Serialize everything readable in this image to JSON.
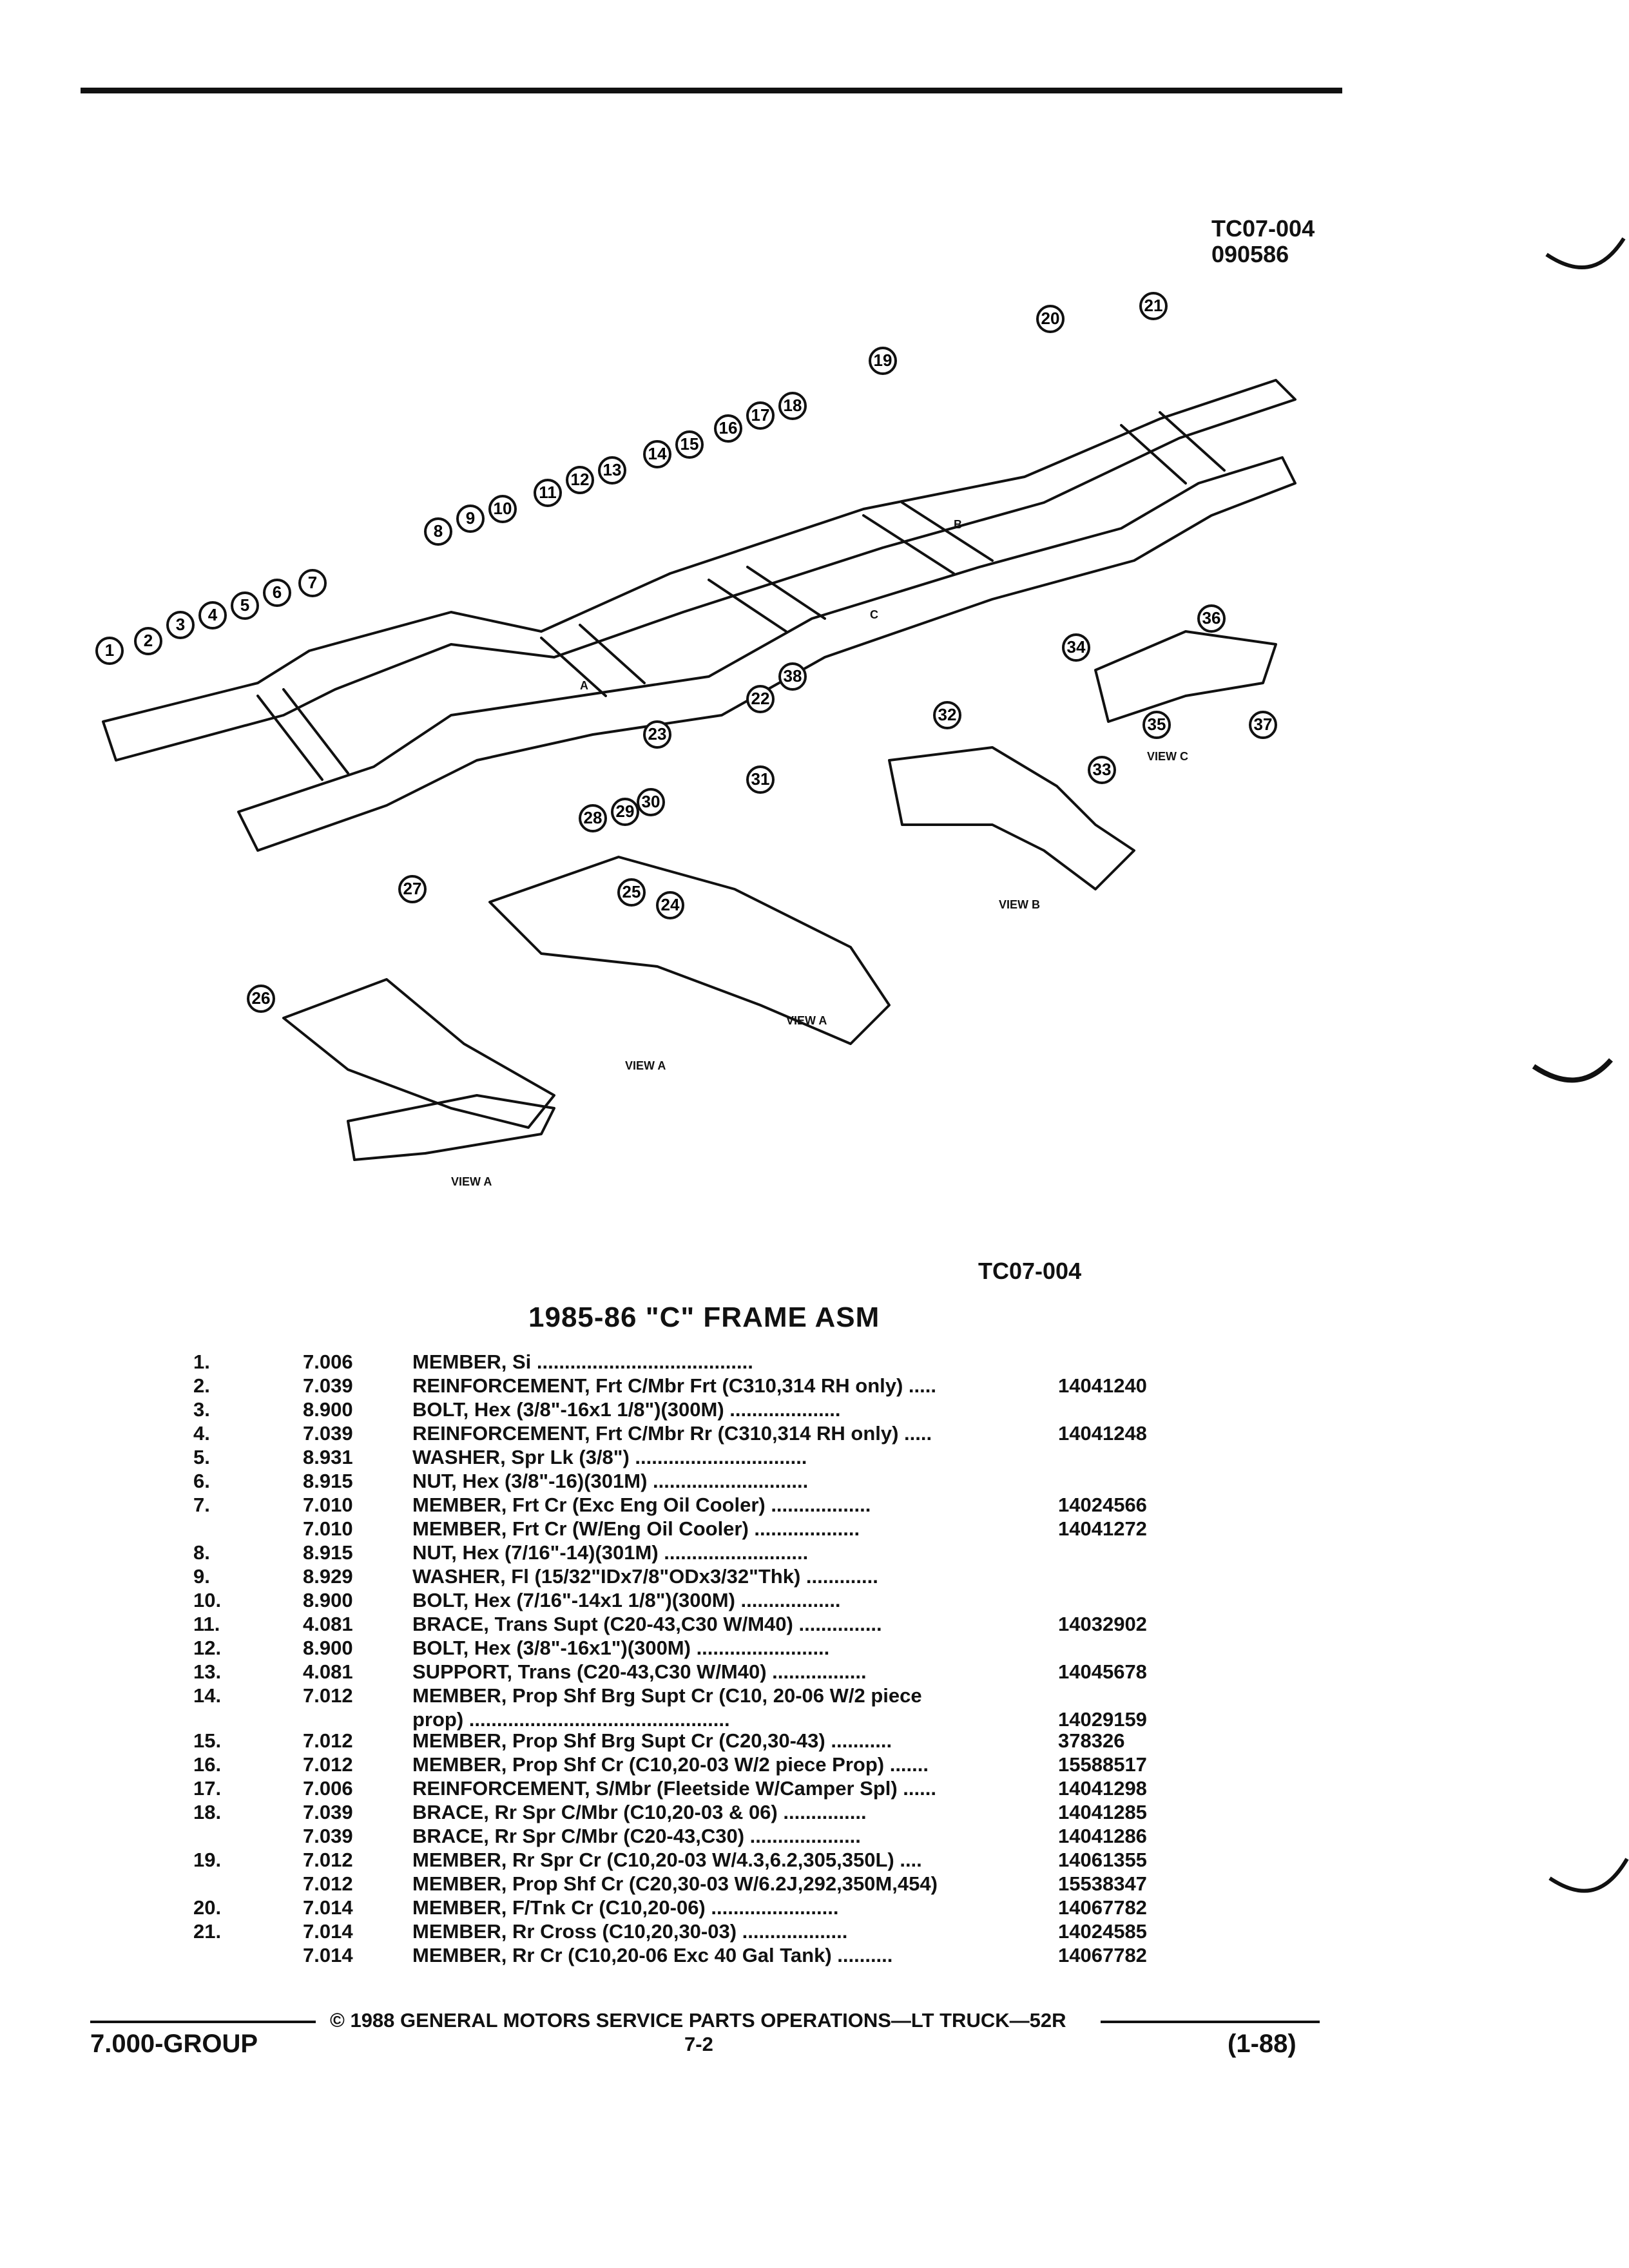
{
  "header": {
    "code_line1": "TC07-004",
    "code_line2": "090586"
  },
  "diagram": {
    "view_label": "VIEW",
    "views": [
      "C",
      "B",
      "A",
      "A",
      "A"
    ],
    "side_labels": [
      "A",
      "B",
      "C"
    ],
    "callouts": [
      "1",
      "2",
      "3",
      "4",
      "5",
      "6",
      "7",
      "8",
      "9",
      "10",
      "11",
      "12",
      "13",
      "14",
      "15",
      "16",
      "17",
      "18",
      "19",
      "20",
      "21",
      "22",
      "23",
      "24",
      "25",
      "26",
      "27",
      "28",
      "29",
      "30",
      "31",
      "32",
      "33",
      "34",
      "35",
      "36",
      "37",
      "38"
    ]
  },
  "mid_code": "TC07-004",
  "title": "1985-86 \"C\" FRAME ASM",
  "parts": [
    {
      "item": "1.",
      "group": "7.006",
      "desc": "MEMBER, Si .......................................",
      "part": ""
    },
    {
      "item": "2.",
      "group": "7.039",
      "desc": "REINFORCEMENT, Frt C/Mbr Frt (C310,314 RH only) .....",
      "part": "14041240"
    },
    {
      "item": "3.",
      "group": "8.900",
      "desc": "BOLT, Hex (3/8\"-16x1 1/8\")(300M) ....................",
      "part": ""
    },
    {
      "item": "4.",
      "group": "7.039",
      "desc": "REINFORCEMENT, Frt C/Mbr Rr (C310,314 RH only) .....",
      "part": "14041248"
    },
    {
      "item": "5.",
      "group": "8.931",
      "desc": "WASHER, Spr Lk (3/8\") ...............................",
      "part": ""
    },
    {
      "item": "6.",
      "group": "8.915",
      "desc": "NUT, Hex (3/8\"-16)(301M) ............................",
      "part": ""
    },
    {
      "item": "7.",
      "group": "7.010",
      "desc": "MEMBER, Frt Cr (Exc Eng Oil Cooler) ..................",
      "part": "14024566"
    },
    {
      "item": "",
      "group": "7.010",
      "desc": "MEMBER, Frt Cr (W/Eng Oil Cooler) ...................",
      "part": "14041272"
    },
    {
      "item": "8.",
      "group": "8.915",
      "desc": "NUT, Hex (7/16\"-14)(301M) ..........................",
      "part": ""
    },
    {
      "item": "9.",
      "group": "8.929",
      "desc": "WASHER, Fl (15/32\"IDx7/8\"ODx3/32\"Thk) .............",
      "part": ""
    },
    {
      "item": "10.",
      "group": "8.900",
      "desc": "BOLT, Hex (7/16\"-14x1 1/8\")(300M) ..................",
      "part": ""
    },
    {
      "item": "11.",
      "group": "4.081",
      "desc": "BRACE, Trans Supt (C20-43,C30 W/M40) ...............",
      "part": "14032902"
    },
    {
      "item": "12.",
      "group": "8.900",
      "desc": "BOLT, Hex (3/8\"-16x1\")(300M) ........................",
      "part": ""
    },
    {
      "item": "13.",
      "group": "4.081",
      "desc": "SUPPORT, Trans (C20-43,C30 W/M40) .................",
      "part": "14045678"
    },
    {
      "item": "14.",
      "group": "7.012",
      "desc": "MEMBER, Prop Shf Brg Supt Cr (C10, 20-06 W/2 piece\nprop) ...............................................",
      "part": "\n14029159"
    },
    {
      "item": "15.",
      "group": "7.012",
      "desc": "MEMBER, Prop Shf Brg Supt Cr (C20,30-43) ...........",
      "part": "378326"
    },
    {
      "item": "16.",
      "group": "7.012",
      "desc": "MEMBER, Prop Shf Cr (C10,20-03 W/2 piece Prop) .......",
      "part": "15588517"
    },
    {
      "item": "17.",
      "group": "7.006",
      "desc": "REINFORCEMENT, S/Mbr (Fleetside W/Camper Spl) ......",
      "part": "14041298"
    },
    {
      "item": "18.",
      "group": "7.039",
      "desc": "BRACE, Rr Spr C/Mbr (C10,20-03 & 06) ...............",
      "part": "14041285"
    },
    {
      "item": "",
      "group": "7.039",
      "desc": "BRACE, Rr Spr C/Mbr (C20-43,C30) ....................",
      "part": "14041286"
    },
    {
      "item": "19.",
      "group": "7.012",
      "desc": "MEMBER, Rr Spr Cr (C10,20-03 W/4.3,6.2,305,350L) ....",
      "part": "14061355"
    },
    {
      "item": "",
      "group": "7.012",
      "desc": "MEMBER, Prop Shf Cr (C20,30-03 W/6.2J,292,350M,454)",
      "part": "15538347"
    },
    {
      "item": "20.",
      "group": "7.014",
      "desc": "MEMBER, F/Tnk Cr (C10,20-06) .......................",
      "part": "14067782"
    },
    {
      "item": "21.",
      "group": "7.014",
      "desc": "MEMBER, Rr Cross (C10,20,30-03) ...................",
      "part": "14024585"
    },
    {
      "item": "",
      "group": "7.014",
      "desc": "MEMBER, Rr Cr (C10,20-06 Exc 40 Gal Tank) ..........",
      "part": "14067782"
    }
  ],
  "footer": {
    "copyright": "© 1988 GENERAL MOTORS SERVICE PARTS OPERATIONS—LT TRUCK—52R",
    "group": "7.000-GROUP",
    "page": "7-2",
    "date": "(1-88)"
  }
}
